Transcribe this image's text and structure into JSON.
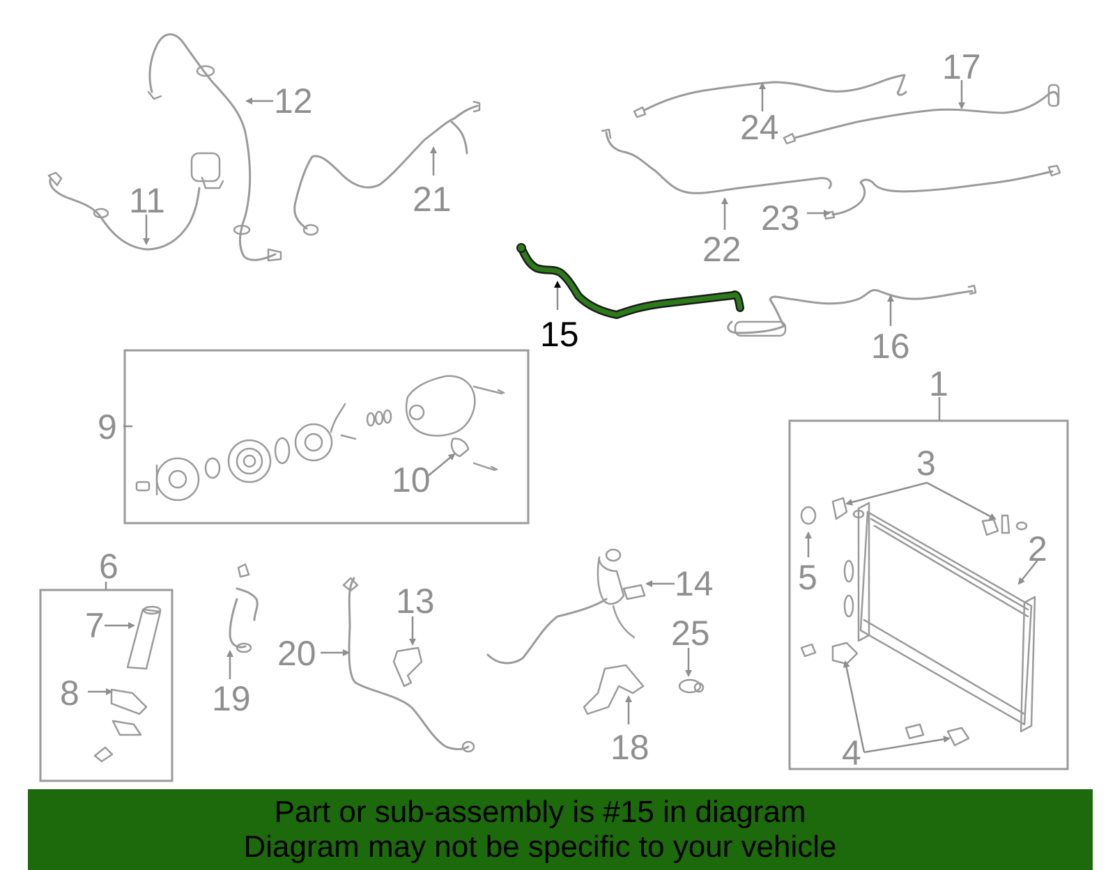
{
  "labels": {
    "n1": "1",
    "n2": "2",
    "n3": "3",
    "n4": "4",
    "n5": "5",
    "n6": "6",
    "n7": "7",
    "n8": "8",
    "n9": "9",
    "n10": "10",
    "n11": "11",
    "n12": "12",
    "n13": "13",
    "n14": "14",
    "n15": "15",
    "n16": "16",
    "n17": "17",
    "n18": "18",
    "n19": "19",
    "n20": "20",
    "n21": "21",
    "n22": "22",
    "n23": "23",
    "n24": "24",
    "n25": "25"
  },
  "highlighted_part": "15",
  "colors": {
    "banner": "#1d6a0c",
    "highlight": "#2c7a1a",
    "line_art": "#9a9a9a"
  },
  "banner": {
    "line1": "Part or sub-assembly is #15 in diagram",
    "line2": "Diagram may not be specific to your vehicle"
  }
}
